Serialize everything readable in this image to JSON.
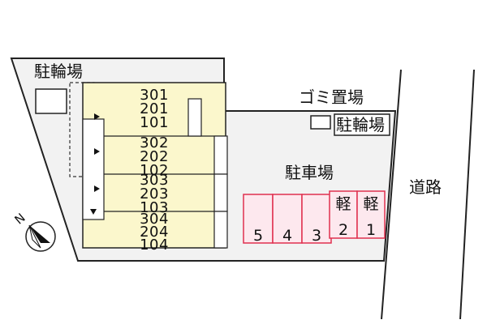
{
  "labels": {
    "bicycle_parking_main": "駐輪場",
    "bicycle_parking_small": "駐輪場",
    "garbage": "ゴミ置場",
    "parking": "駐車場",
    "road": "道路"
  },
  "compass": {
    "north_label": "N"
  },
  "building": {
    "units": [
      {
        "lines": [
          "301",
          "201",
          "101"
        ]
      },
      {
        "lines": [
          "302",
          "202",
          "102"
        ]
      },
      {
        "lines": [
          "303",
          "203",
          "103"
        ]
      },
      {
        "lines": [
          "304",
          "204",
          "104"
        ]
      }
    ]
  },
  "parking_spaces": [
    {
      "number": "5",
      "type": ""
    },
    {
      "number": "4",
      "type": ""
    },
    {
      "number": "3",
      "type": ""
    },
    {
      "number": "2",
      "type": "軽"
    },
    {
      "number": "1",
      "type": "軽"
    }
  ],
  "colors": {
    "lot": "#f2f2f2",
    "building": "#fbf7cc",
    "parking_fill": "#fde8ee",
    "parking_stroke": "#e0304f",
    "outline": "#222222"
  }
}
